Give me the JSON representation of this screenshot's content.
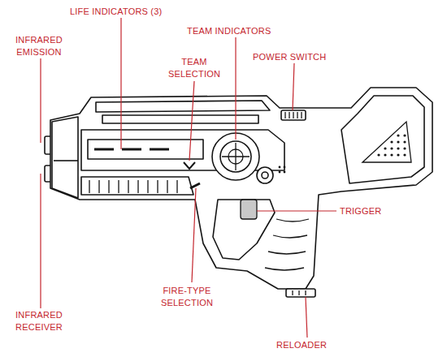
{
  "diagram": {
    "labels": [
      "LIFE INDICATORS (3)",
      "TEAM INDICATORS",
      "INFRARED EMISSION",
      "POWER SWITCH",
      "TEAM SELECTION",
      "TRIGGER",
      "FIRE-TYPE SELECTION",
      "INFRARED RECEIVER",
      "RELOADER"
    ]
  }
}
